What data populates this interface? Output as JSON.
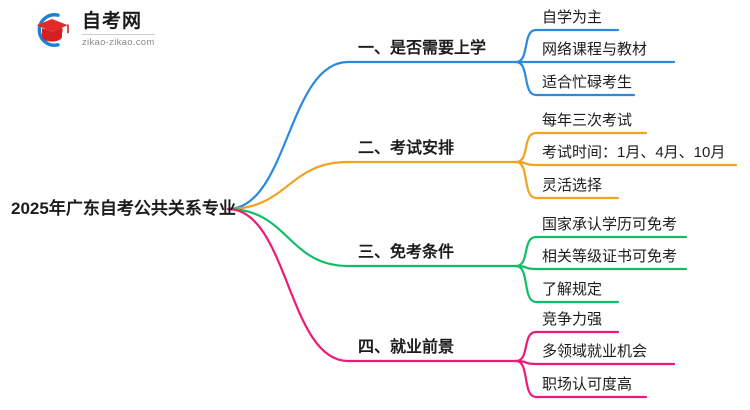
{
  "logo": {
    "name": "zikao-logo",
    "title": "自考网",
    "subtitle": "zikao-zikao.com",
    "arc_color": "#1f7fd4",
    "cap_color": "#e02b2b"
  },
  "colors": {
    "branch1": "#2b8ae0",
    "branch2": "#efa321",
    "branch3": "#11bd68",
    "branch4": "#ec1a78",
    "text": "#1c1c1c",
    "background": "#ffffff"
  },
  "mindmap": {
    "root": {
      "label": "2025年广东自考公共关系专业"
    },
    "branches": [
      {
        "label": "一、是否需要上学",
        "color": "#2b8ae0",
        "children": [
          {
            "label": "自学为主"
          },
          {
            "label": "网络课程与教材"
          },
          {
            "label": "适合忙碌考生"
          }
        ]
      },
      {
        "label": "二、考试安排",
        "color": "#efa321",
        "children": [
          {
            "label": "每年三次考试"
          },
          {
            "label": "考试时间：1月、4月、10月"
          },
          {
            "label": "灵活选择"
          }
        ]
      },
      {
        "label": "三、免考条件",
        "color": "#11bd68",
        "children": [
          {
            "label": "国家承认学历可免考"
          },
          {
            "label": "相关等级证书可免考"
          },
          {
            "label": "了解规定"
          }
        ]
      },
      {
        "label": "四、就业前景",
        "color": "#ec1a78",
        "children": [
          {
            "label": "竞争力强"
          },
          {
            "label": "多领域就业机会"
          },
          {
            "label": "职场认可度高"
          }
        ]
      }
    ]
  }
}
